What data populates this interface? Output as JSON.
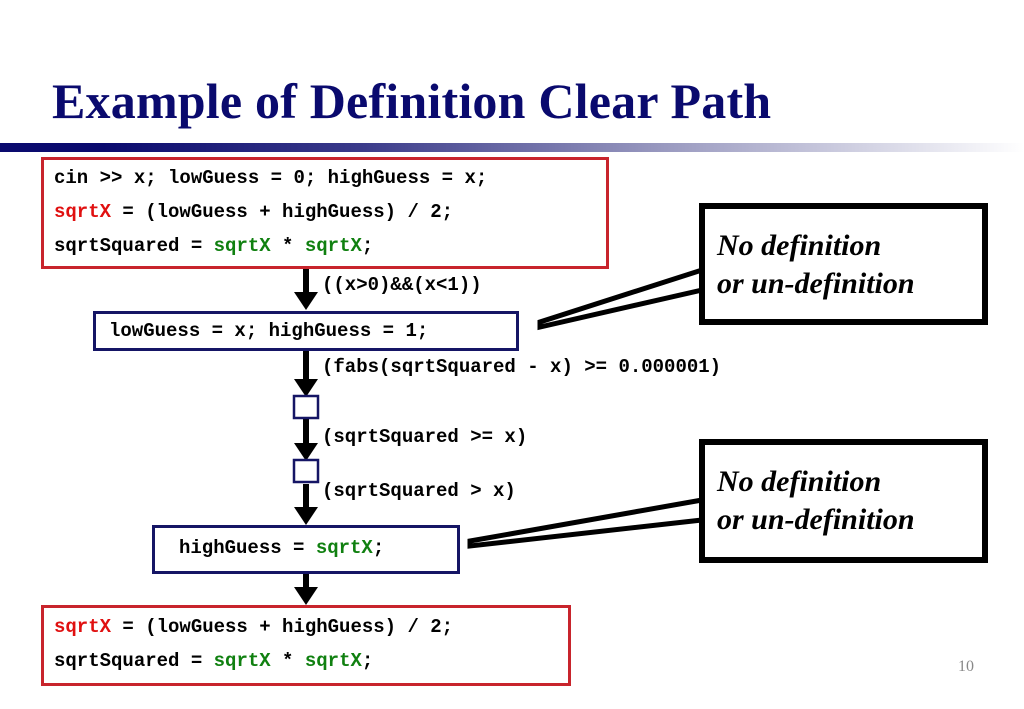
{
  "title": "Example of Definition Clear Path",
  "page_number": "10",
  "block1": {
    "line1": "cin >> x; lowGuess = 0; highGuess = x;",
    "line2_var": "sqrtX",
    "line2_rest": " = (lowGuess + highGuess) / 2;",
    "line3_a": "sqrtSquared = ",
    "line3_var1": "sqrtX",
    "line3_mid": " * ",
    "line3_var2": "sqrtX",
    "line3_end": ";"
  },
  "block2": {
    "text": "lowGuess = x; highGuess = 1;"
  },
  "block3": {
    "a": "highGuess = ",
    "var": "sqrtX",
    "end": ";"
  },
  "block4": {
    "line1_var": "sqrtX",
    "line1_rest": " = (lowGuess + highGuess) / 2;",
    "line2_a": "sqrtSquared = ",
    "line2_var1": "sqrtX",
    "line2_mid": " * ",
    "line2_var2": "sqrtX",
    "line2_end": ";"
  },
  "conditions": [
    "((x>0)&&(x<1))",
    "(fabs(sqrtSquared - x) >= 0.000001)",
    "(sqrtSquared >= x)",
    "(sqrtSquared > x)"
  ],
  "callouts": [
    {
      "line1": "No definition",
      "line2": "or un-definition"
    },
    {
      "line1": "No definition",
      "line2": "or un-definition"
    }
  ],
  "colors": {
    "title": "#0a0a6e",
    "def_box_border": "#c8242c",
    "flow_box_border": "#151565",
    "defined_var": "#e01010",
    "used_var": "#108010"
  }
}
